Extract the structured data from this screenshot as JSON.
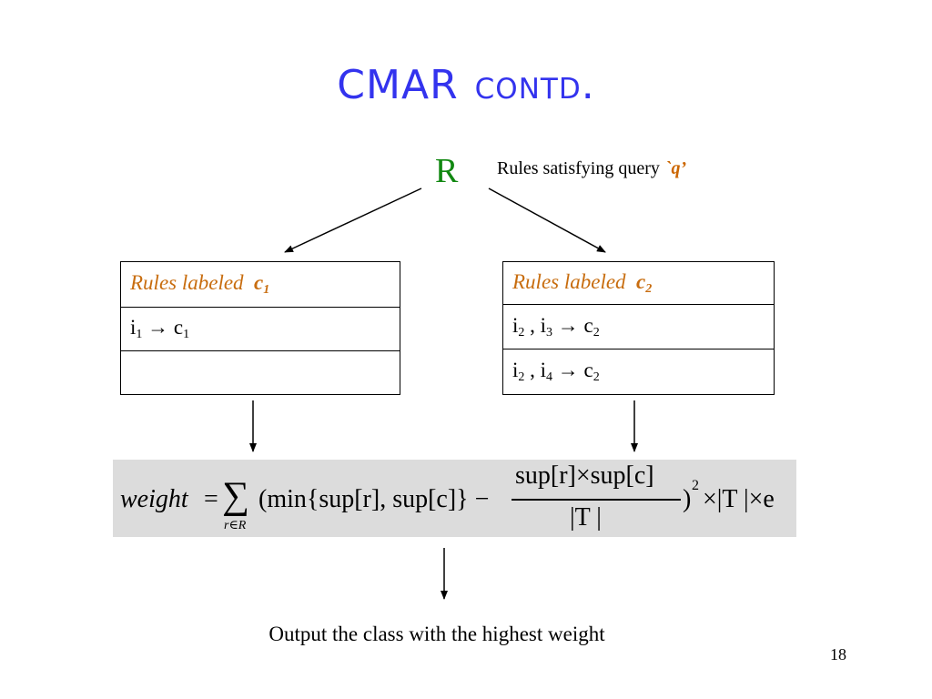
{
  "slide": {
    "title_main": "CMAR",
    "title_sub": "contd.",
    "r_label": "R",
    "r_desc": "Rules satisfying query",
    "r_query": "`q’",
    "table1": {
      "header_text": "Rules labeled",
      "header_class": "c",
      "header_sub": "1",
      "row1": {
        "i": "i",
        "i_sub": "1",
        "arrow": "→",
        "c": "c",
        "c_sub": "1"
      }
    },
    "table2": {
      "header_text": "Rules labeled",
      "header_class": "c",
      "header_sub": "2",
      "row1": {
        "i": "i",
        "i_sub": "2",
        "sep": ",",
        "j": "i",
        "j_sub": "3",
        "arrow": "→",
        "c": "c",
        "c_sub": "2"
      },
      "row2": {
        "i": "i",
        "i_sub": "2",
        "sep": ",",
        "j": "i",
        "j_sub": "4",
        "arrow": "→",
        "c": "c",
        "c_sub": "2"
      }
    },
    "formula": {
      "lhs": "weight",
      "eq": "=",
      "sigma": "∑",
      "sigma_sub": "r∈R",
      "body": "(min{sup[r], sup[c]} −",
      "num": "sup[r]×sup[c]",
      "den": "|T |",
      "tail": ")",
      "power": "2",
      "rest": "×|T |×e"
    },
    "output_text": "Output the class with the highest weight",
    "page_number": "18"
  }
}
